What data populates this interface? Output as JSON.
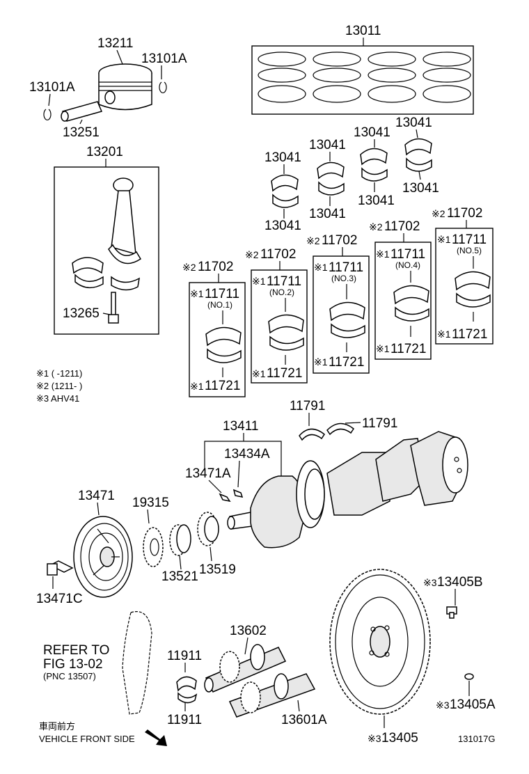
{
  "labels": {
    "p13211": "13211",
    "p13101A_right": "13101A",
    "p13101A_left": "13101A",
    "p13251": "13251",
    "p13011": "13011",
    "p13201": "13201",
    "p13265": "13265",
    "b1_top": "13041",
    "b1_bot": "13041",
    "b2_top": "13041",
    "b2_bot": "13041",
    "b3_top": "13041",
    "b3_bot": "13041",
    "b4_top": "13041",
    "b4_bot": "13041",
    "m1_top": "11702",
    "m1_mid": "11711",
    "m1_no": "(NO.1)",
    "m1_bot": "11721",
    "m2_top": "11702",
    "m2_mid": "11711",
    "m2_no": "(NO.2)",
    "m2_bot": "11721",
    "m3_top": "11702",
    "m3_mid": "11711",
    "m3_no": "(NO.3)",
    "m3_bot": "11721",
    "m4_top": "11702",
    "m4_mid": "11711",
    "m4_no": "(NO.4)",
    "m4_bot": "11721",
    "m5_top": "11702",
    "m5_mid": "11711",
    "m5_no": "(NO.5)",
    "m5_bot": "11721",
    "p11791_left": "11791",
    "p11791_right": "11791",
    "p13411": "13411",
    "p13434A": "13434A",
    "p13471A": "13471A",
    "p13471": "13471",
    "p19315": "19315",
    "p13521": "13521",
    "p13519": "13519",
    "p13471C": "13471C",
    "p13405B": "13405B",
    "p13405A": "13405A",
    "p13405": "13405",
    "p13602": "13602",
    "p11911_top": "11911",
    "p11911_bot": "11911",
    "p13601A": "13601A",
    "refer_line1": "REFER TO",
    "refer_line2": "FIG 13-02",
    "refer_line3": "(PNC 13507)",
    "front_jp": "車両前方",
    "front_en": "VEHICLE FRONT SIDE",
    "fig_code": "131017G"
  },
  "marks": {
    "m1": "※1",
    "m2": "※2",
    "m3": "※3"
  },
  "notes": {
    "n1": "※1 (      -1211)",
    "n2": "※2 (1211-       )",
    "n3": "※3 AHV41"
  }
}
